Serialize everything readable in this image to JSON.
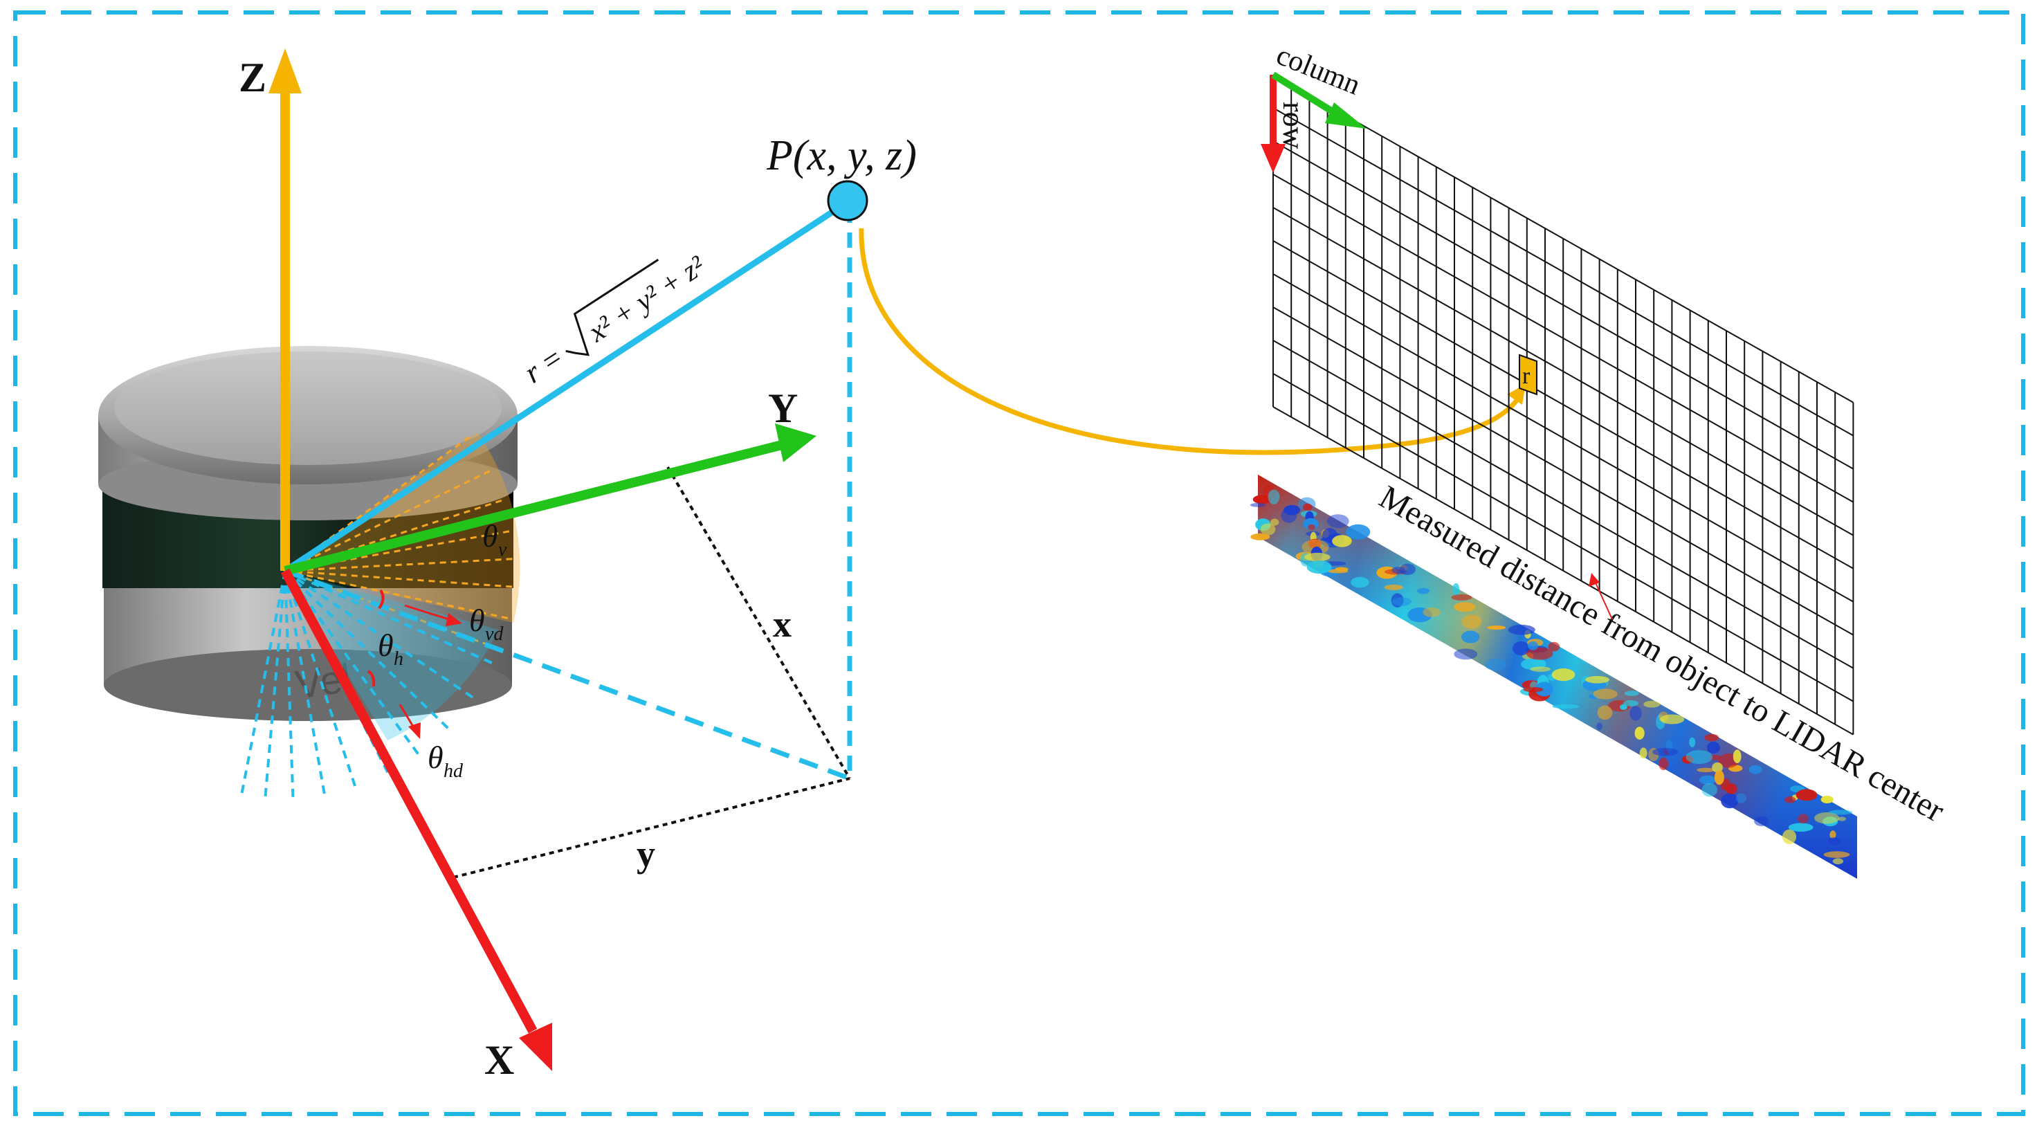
{
  "axes": {
    "z_label": "Z",
    "y_label": "Y",
    "x_label": "X",
    "x_component": "x",
    "y_component": "y"
  },
  "point": {
    "label": "P(x, y, z)"
  },
  "range_formula": {
    "lhs": "r",
    "equals": "=",
    "radicand": "x² + y² + z²"
  },
  "angles": {
    "theta": "θ",
    "v_sub": "v",
    "vd_sub": "vd",
    "h_sub": "h",
    "hd_sub": "hd"
  },
  "sensor": {
    "body_text": "Vel"
  },
  "range_image": {
    "row_label": "row",
    "column_label": "column",
    "cell_label": "r",
    "caption": "Measured distance from object to LIDAR center"
  },
  "colors": {
    "frame": "#1fb6e6",
    "z_axis": "#f5b400",
    "y_axis": "#22c31a",
    "x_axis": "#ee1c1c",
    "range_line": "#25bde9",
    "point_fill": "#33c4f0",
    "cell_fill": "#f5b800",
    "mapping_arrow": "#f5b400",
    "beam_vertical": "#f5a623",
    "beam_horizontal": "#25bde9"
  }
}
